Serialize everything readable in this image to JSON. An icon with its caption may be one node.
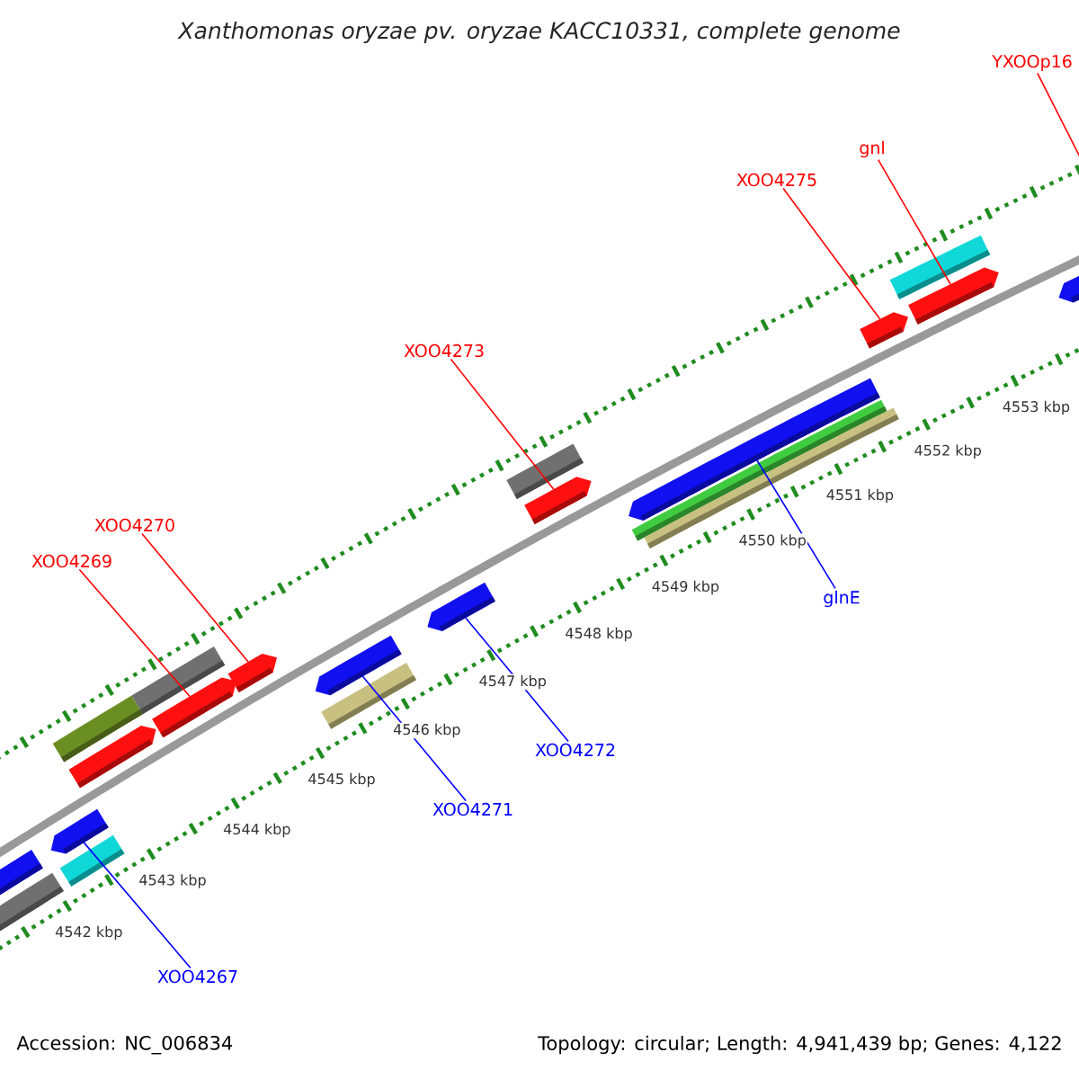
{
  "diagram": {
    "title": "Xanthomonas oryzae pv. oryzae KACC10331, complete genome",
    "nodes": [
      {
        "text": [
          "YXOOp16"
        ]
      },
      {
        "text": [
          "gnl"
        ]
      },
      {
        "text": [
          "XOO4275"
        ]
      },
      {
        "text": [
          "XOO4273"
        ]
      },
      {
        "text": [
          "XOO4270"
        ]
      },
      {
        "text": [
          "XOO4269"
        ]
      },
      {
        "text": [
          "glnE"
        ]
      },
      {
        "text": [
          "XOO4272"
        ]
      },
      {
        "text": [
          "XOO4271"
        ]
      },
      {
        "text": [
          "XOO4267"
        ]
      },
      {
        "text": [],
        "shape": "bar"
      },
      {
        "text": [],
        "shape": "pentagon"
      },
      {
        "text": [],
        "shape": "bar"
      },
      {
        "text": [],
        "shape": "pentagon"
      },
      {
        "text": [],
        "shape": "bar"
      },
      {
        "text": [],
        "shape": "pentagon"
      },
      {
        "text": [],
        "shape": "bar"
      },
      {
        "text": [],
        "shape": "pentagon"
      },
      {
        "text": [],
        "shape": "pentagon"
      },
      {
        "text": [],
        "shape": "pentagon"
      },
      {
        "text": [],
        "shape": "bar"
      },
      {
        "text": [],
        "shape": "pentagon"
      },
      {
        "text": [],
        "shape": "bar"
      },
      {
        "text": [],
        "shape": "pentagon"
      },
      {
        "text": [],
        "shape": "pentagon"
      },
      {
        "text": [],
        "shape": "bar"
      },
      {
        "text": [],
        "shape": "bar"
      },
      {
        "text": [],
        "shape": "pentagon"
      },
      {
        "text": [],
        "shape": "bar"
      },
      {
        "text": [],
        "shape": "pentagon"
      },
      {
        "text": [],
        "shape": "pentagon"
      }
    ],
    "edges": [
      {
        "from": 0,
        "to": null,
        "arrow": "none"
      },
      {
        "from": 1,
        "to": 29,
        "arrow": "none"
      },
      {
        "from": 2,
        "to": 27,
        "arrow": "none"
      },
      {
        "from": 3,
        "to": 23,
        "arrow": "none"
      },
      {
        "from": 4,
        "to": 18,
        "arrow": "none"
      },
      {
        "from": 5,
        "to": 17,
        "arrow": "none"
      },
      {
        "from": 6,
        "to": 24,
        "arrow": "none",
        "color": "#0000ff"
      },
      {
        "from": 7,
        "to": 21,
        "arrow": "none",
        "color": "#0000ff"
      },
      {
        "from": 8,
        "to": 19,
        "arrow": "none",
        "color": "#0000ff"
      },
      {
        "from": 9,
        "to": 13,
        "arrow": "none",
        "color": "#0000ff"
      }
    ],
    "labels": [
      "4542 kbp",
      "4543 kbp",
      "4544 kbp",
      "4545 kbp",
      "4546 kbp",
      "4547 kbp",
      "4548 kbp",
      "4549 kbp",
      "4550 kbp",
      "4551 kbp",
      "4552 kbp",
      "4553 kbp",
      "Accession: NC_006834",
      "Topology: circular; Length: 4,941,439 bp; Genes: 4,122"
    ]
  }
}
